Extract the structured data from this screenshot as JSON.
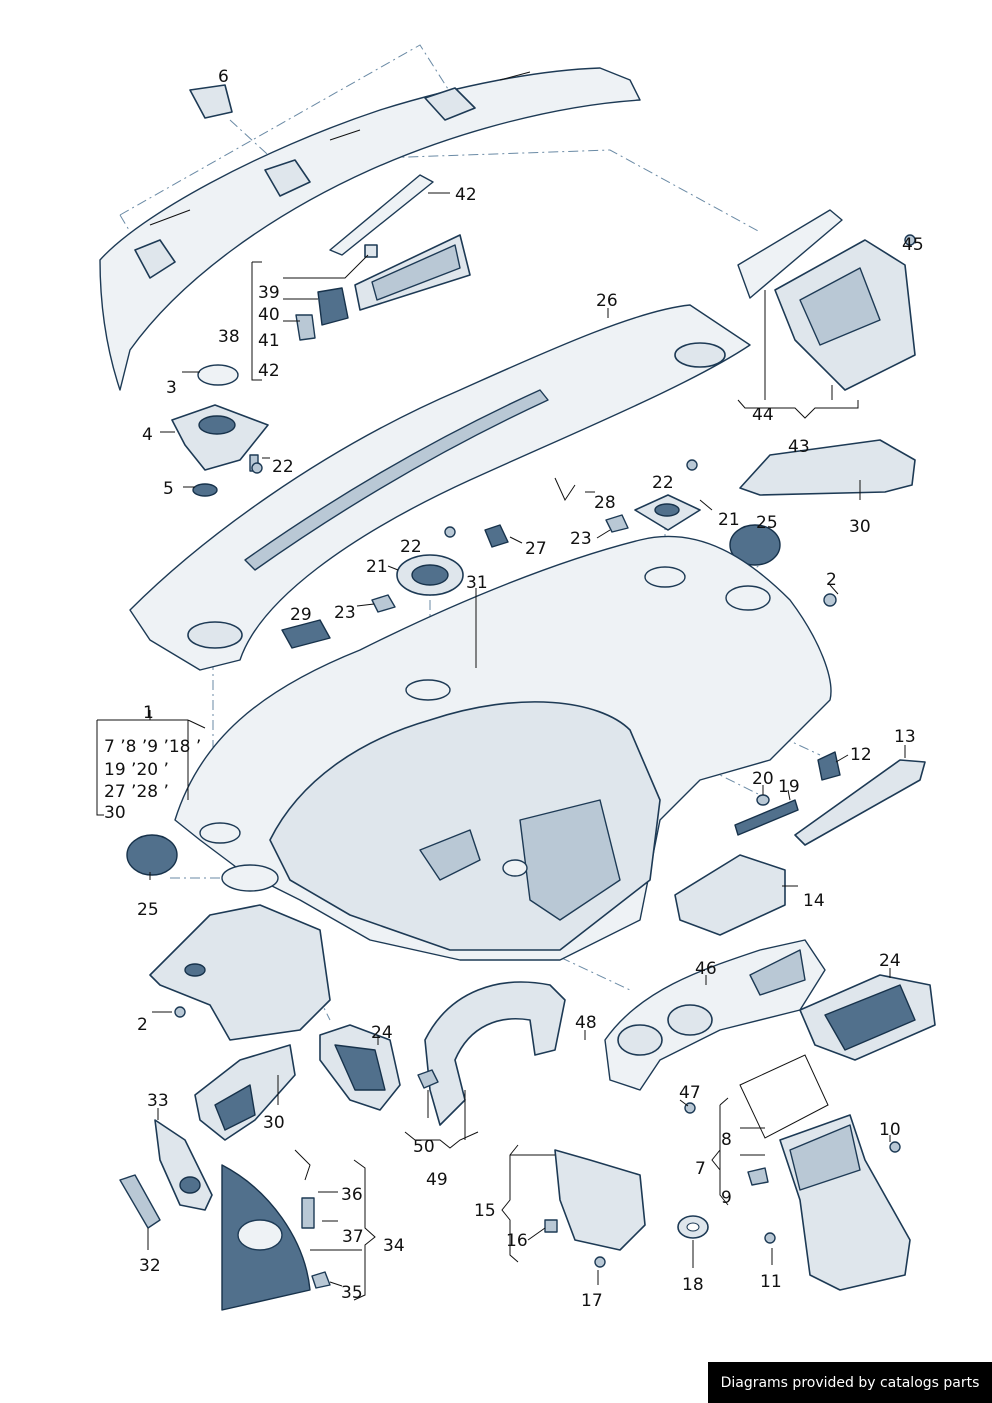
{
  "callouts": {
    "c6": "6",
    "c42a": "42",
    "c39": "39",
    "c40": "40",
    "c38": "38",
    "c41": "41",
    "c42b": "42",
    "c26": "26",
    "c45": "45",
    "c3": "3",
    "c4": "4",
    "c22a": "22",
    "c5": "5",
    "c44": "44",
    "c43": "43",
    "c22b": "22",
    "c28": "28",
    "c21a": "21",
    "c25a": "25",
    "c30a": "30",
    "c22c": "22",
    "c27": "27",
    "c23a": "23",
    "c21b": "21",
    "c31": "31",
    "c2a": "2",
    "c29": "29",
    "c23b": "23",
    "c1": "1",
    "c7_18": "7 ’8 ’9 ’18 ’",
    "c19_20": "19 ’20  ’",
    "c27_28": "27 ’28 ’",
    "c30b": "30",
    "c13": "13",
    "c12": "12",
    "c20": "20",
    "c19": "19",
    "c25b": "25",
    "c14": "14",
    "c46": "46",
    "c24a": "24",
    "c24b": "24",
    "c2b": "2",
    "c48": "48",
    "c33": "33",
    "c30c": "30",
    "c47": "47",
    "c10": "10",
    "c8": "8",
    "c50": "50",
    "c7": "7",
    "c49": "49",
    "c36": "36",
    "c9": "9",
    "c15": "15",
    "c37": "37",
    "c34": "34",
    "c16": "16",
    "c32": "32",
    "c35": "35",
    "c18": "18",
    "c17": "17",
    "c11": "11"
  },
  "footer": {
    "credit": "Diagrams provided by catalogs parts"
  }
}
